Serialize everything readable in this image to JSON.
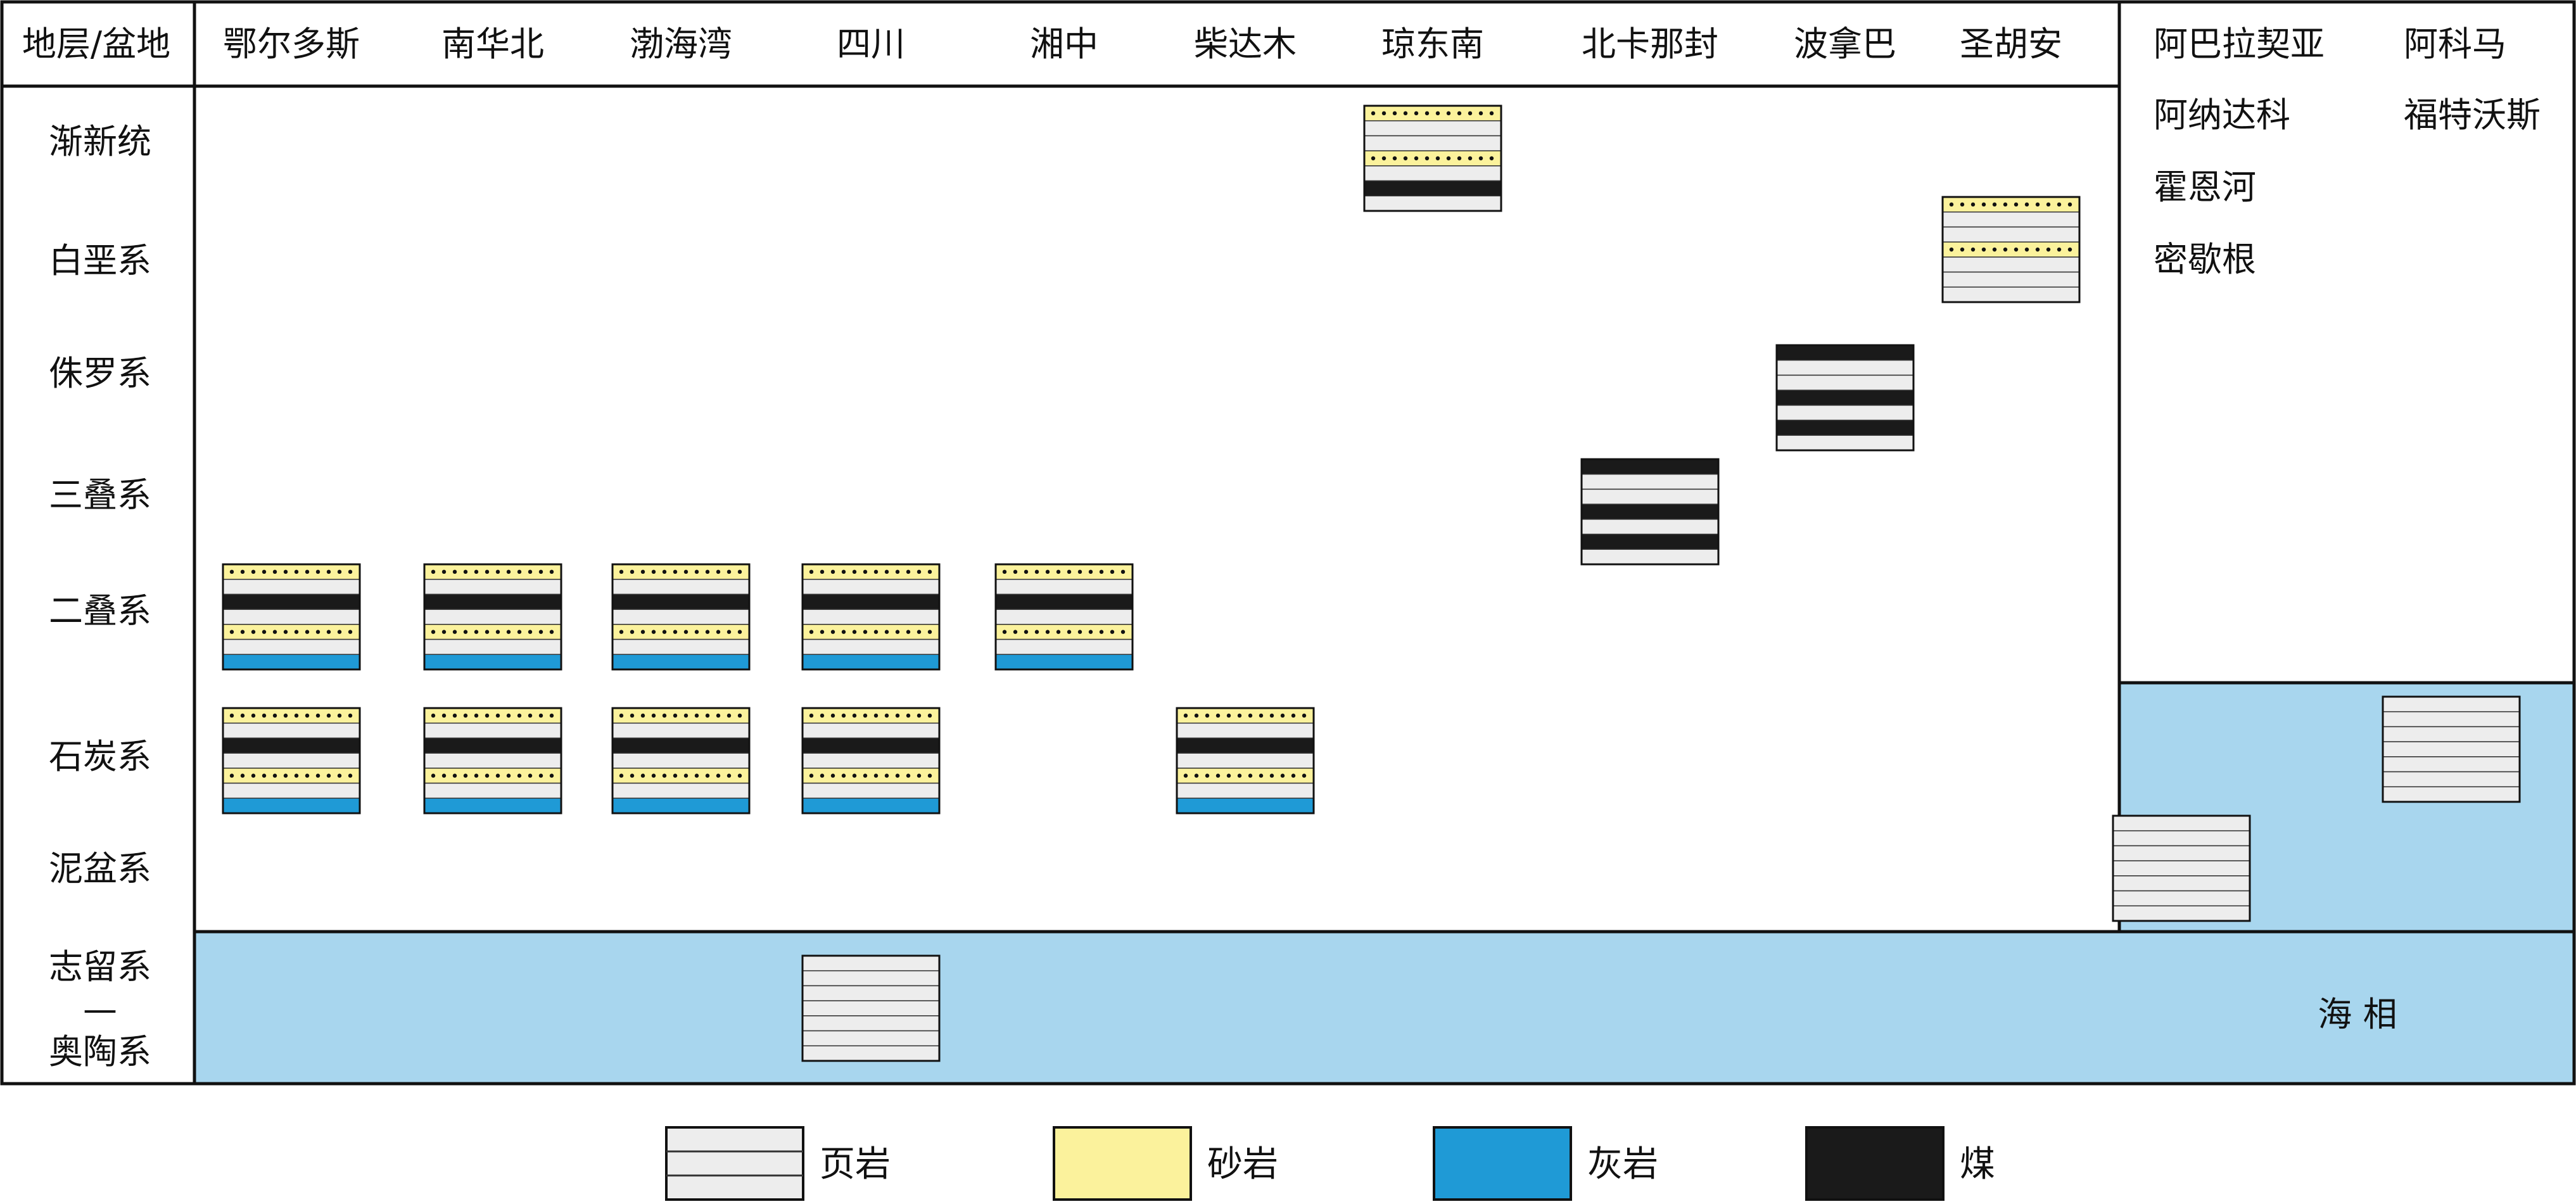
{
  "header_label": "地层/盆地",
  "basins": [
    "鄂尔多斯",
    "南华北",
    "渤海湾",
    "四川",
    "湘中",
    "柴达木",
    "琼东南",
    "北卡那封",
    "波拿巴",
    "圣胡安"
  ],
  "strata": [
    "渐新统",
    "白垩系",
    "侏罗系",
    "三叠系",
    "二叠系",
    "石炭系",
    "泥盆系"
  ],
  "bottom_stratum": [
    "志留系",
    "—",
    "奥陶系"
  ],
  "right_basins": [
    "阿巴拉契亚",
    "阿科马",
    "阿纳达科",
    "福特沃斯",
    "霍恩河",
    "密歇根"
  ],
  "marine_label": "海 相",
  "legend": [
    {
      "name": "页岩",
      "type": "shale"
    },
    {
      "name": "砂岩",
      "type": "sandstone"
    },
    {
      "name": "灰岩",
      "type": "limestone"
    },
    {
      "name": "煤",
      "type": "coal"
    }
  ],
  "columns": [
    {
      "basin": "鄂尔多斯",
      "stratum": "二叠系",
      "layers": [
        "sandstone",
        "shale",
        "coal",
        "shale",
        "sandstone",
        "shale",
        "limestone"
      ]
    },
    {
      "basin": "南华北",
      "stratum": "二叠系",
      "layers": [
        "sandstone",
        "shale",
        "coal",
        "shale",
        "sandstone",
        "shale",
        "limestone"
      ]
    },
    {
      "basin": "渤海湾",
      "stratum": "二叠系",
      "layers": [
        "sandstone",
        "shale",
        "coal",
        "shale",
        "sandstone",
        "shale",
        "limestone"
      ]
    },
    {
      "basin": "四川",
      "stratum": "二叠系",
      "layers": [
        "sandstone",
        "shale",
        "coal",
        "shale",
        "sandstone",
        "shale",
        "limestone"
      ]
    },
    {
      "basin": "湘中",
      "stratum": "二叠系",
      "layers": [
        "sandstone",
        "shale",
        "coal",
        "shale",
        "sandstone",
        "shale",
        "limestone"
      ]
    },
    {
      "basin": "鄂尔多斯",
      "stratum": "石炭系",
      "layers": [
        "sandstone",
        "shale",
        "coal",
        "shale",
        "sandstone",
        "shale",
        "limestone"
      ]
    },
    {
      "basin": "南华北",
      "stratum": "石炭系",
      "layers": [
        "sandstone",
        "shale",
        "coal",
        "shale",
        "sandstone",
        "shale",
        "limestone"
      ]
    },
    {
      "basin": "渤海湾",
      "stratum": "石炭系",
      "layers": [
        "sandstone",
        "shale",
        "coal",
        "shale",
        "sandstone",
        "shale",
        "limestone"
      ]
    },
    {
      "basin": "四川",
      "stratum": "石炭系",
      "layers": [
        "sandstone",
        "shale",
        "coal",
        "shale",
        "sandstone",
        "shale",
        "limestone"
      ]
    },
    {
      "basin": "柴达木",
      "stratum": "石炭系",
      "layers": [
        "sandstone",
        "shale",
        "coal",
        "shale",
        "sandstone",
        "shale",
        "limestone"
      ]
    },
    {
      "basin": "琼东南",
      "stratum": "渐新统",
      "layers": [
        "sandstone",
        "shale",
        "shale",
        "sandstone",
        "shale",
        "coal",
        "shale"
      ]
    },
    {
      "basin": "北卡那封",
      "stratum": "三叠系",
      "layers": [
        "coal",
        "shale",
        "shale",
        "coal",
        "shale",
        "coal",
        "shale"
      ]
    },
    {
      "basin": "波拿巴",
      "stratum": "侏罗系",
      "layers": [
        "coal",
        "shale",
        "shale",
        "coal",
        "shale",
        "coal",
        "shale"
      ]
    },
    {
      "basin": "圣胡安",
      "stratum": "白垩系",
      "layers": [
        "sandstone",
        "shale",
        "shale",
        "sandstone",
        "shale",
        "shale",
        "shale"
      ]
    },
    {
      "basin": "四川",
      "stratum": "志留系—奥陶系",
      "layers": [
        "shale",
        "shale",
        "shale",
        "shale",
        "shale",
        "shale",
        "shale"
      ]
    },
    {
      "basin": "阿巴拉契亚",
      "stratum": "海相",
      "layers": [
        "shale",
        "shale",
        "shale",
        "shale",
        "shale",
        "shale",
        "shale"
      ]
    },
    {
      "basin": "阿科马",
      "stratum": "海相",
      "layers": [
        "shale",
        "shale",
        "shale",
        "shale",
        "shale",
        "shale",
        "shale"
      ]
    }
  ],
  "colors": {
    "shale": "#ededed",
    "sandstone": "#fbf29c",
    "limestone": "#1f9ad6",
    "coal": "#1a1a1a",
    "marine": "#a8d6ee",
    "border": "#111111"
  }
}
